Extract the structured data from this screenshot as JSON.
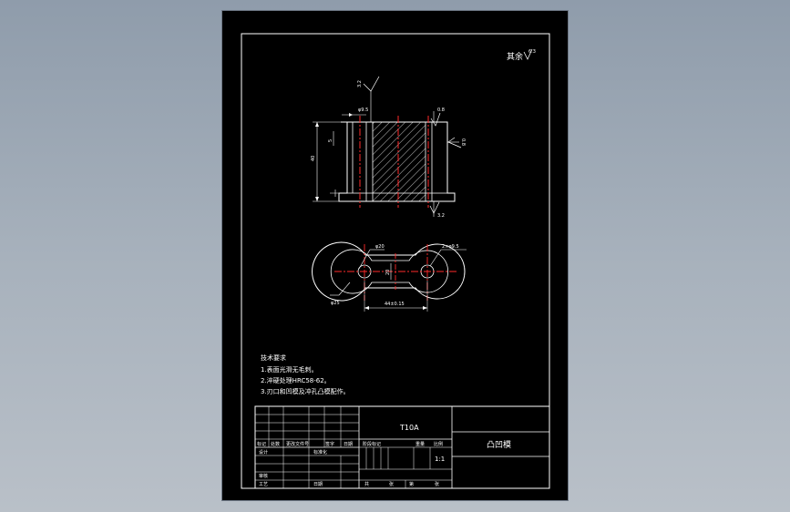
{
  "roughness_note": {
    "label": "其余",
    "value": "6.3"
  },
  "front_view": {
    "top_roughness": "3.2",
    "left_dim": "φ9.5",
    "right_roughness": "0.8",
    "right_side_roughness": "0.8",
    "height_dim": "40",
    "step_dim": "5",
    "bottom_roughness": "3.2"
  },
  "top_view": {
    "dia_top": "φ20",
    "holes_note": "2×φ9.5",
    "center_dim": "20",
    "dia_left": "φ25",
    "pitch_dim": "44±0.15"
  },
  "tech_req": {
    "title": "技术要求",
    "items": [
      "1.表面光滑无毛刺。",
      "2.淬硬处理HRC58-62。",
      "3.刃口和凹模及冲孔凸模配作。"
    ]
  },
  "title_block": {
    "material": "T10A",
    "part_name": "凸凹模",
    "change_headers": [
      "标记",
      "处数",
      "更改文件号",
      "签字",
      "日期"
    ],
    "design_label": "设计",
    "standardize_label": "标准化",
    "stage_label": "阶段标记",
    "weight_label": "重量",
    "ratio_label": "比例",
    "ratio_value": "1:1",
    "review_label": "审核",
    "process_label": "工艺",
    "date_label": "日期",
    "total_label": "共",
    "sheet_unit": "张",
    "page_label": "第",
    "page_unit": "张"
  }
}
